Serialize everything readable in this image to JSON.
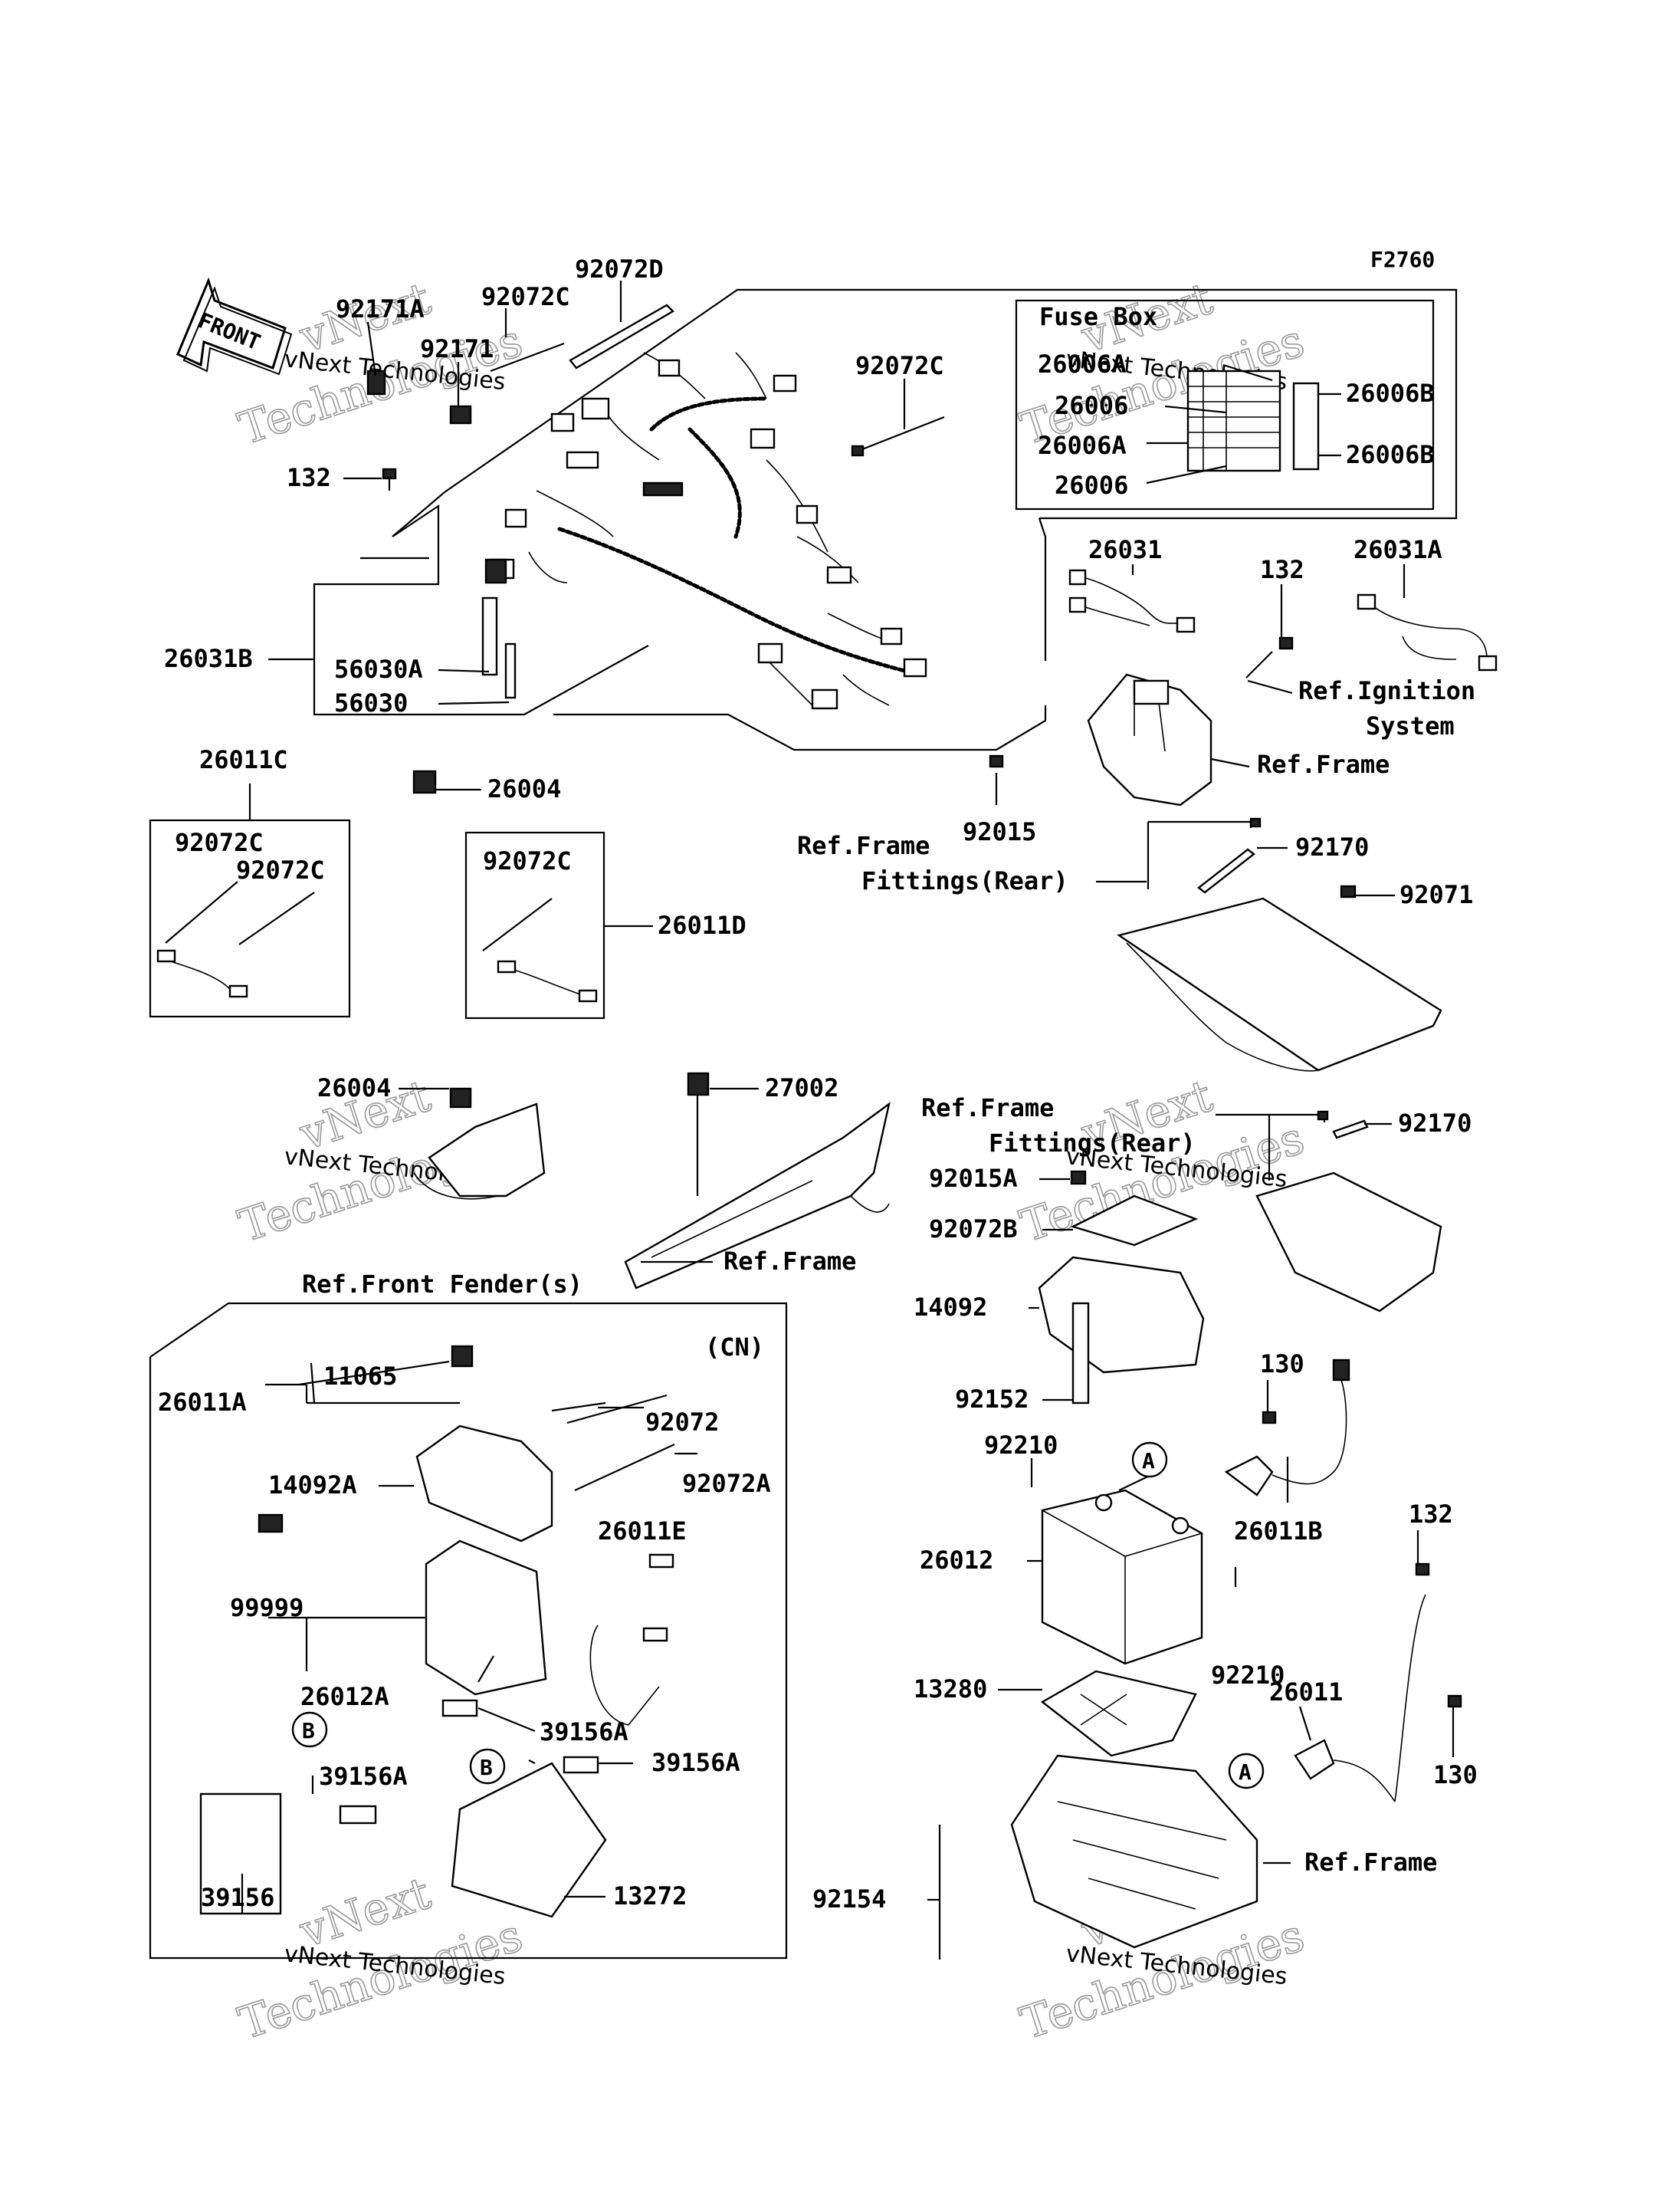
{
  "figure_id": "F2760",
  "front_arrow": "FRONT",
  "fuse_box": {
    "title": "Fuse Box",
    "labels": [
      "26006A",
      "26006",
      "26006A",
      "26006",
      "26006B",
      "26006B"
    ]
  },
  "watermark": {
    "line1": "vNext Technologies",
    "line2": "vNext",
    "line3": "Technologies"
  },
  "labels": {
    "p92072D": "92072D",
    "p92171A": "92171A",
    "p92072C_a": "92072C",
    "p92171": "92171",
    "p92072C_b": "92072C",
    "p132_a": "132",
    "p26031": "26031",
    "p132_b": "132",
    "p26031A": "26031A",
    "ref_ignition_1": "Ref.Ignition",
    "ref_ignition_2": "System",
    "p26031B": "26031B",
    "p56030A": "56030A",
    "p56030": "56030",
    "ref_frame_a": "Ref.Frame",
    "p26004_a": "26004",
    "p92015": "92015",
    "ref_frame_fittings_1": "Ref.Frame",
    "ref_frame_fittings_2": "Fittings(Rear)",
    "p92170_a": "92170",
    "p92071": "92071",
    "p26011C": "26011C",
    "p92072C_c": "92072C",
    "p92072C_d": "92072C",
    "p92072C_e": "92072C",
    "p26011D": "26011D",
    "p26004_b": "26004",
    "p27002": "27002",
    "ref_frame_fittings2_1": "Ref.Frame",
    "ref_frame_fittings2_2": "Fittings(Rear)",
    "p92170_b": "92170",
    "p92015A": "92015A",
    "p92072B": "92072B",
    "ref_front_fender": "Ref.Front Fender(s)",
    "ref_frame_b": "Ref.Frame",
    "p14092": "14092",
    "cn": "(CN)",
    "p11065": "11065",
    "p26011A": "26011A",
    "p92072": "92072",
    "p92072A": "92072A",
    "p14092A": "14092A",
    "p26011E": "26011E",
    "p99999": "99999",
    "p26012A": "26012A",
    "p39156A_a": "39156A",
    "p39156A_b": "39156A",
    "p39156A_c": "39156A",
    "p39156": "39156",
    "p13272": "13272",
    "marker_b1": "B",
    "marker_b2": "B",
    "p130_a": "130",
    "p92152": "92152",
    "p92210_a": "92210",
    "marker_a1": "A",
    "p26011B": "26011B",
    "p26012": "26012",
    "p132_c": "132",
    "p92210_b": "92210",
    "p13280": "13280",
    "p26011": "26011",
    "marker_a2": "A",
    "p130_b": "130",
    "ref_frame_c": "Ref.Frame",
    "p92154": "92154"
  }
}
